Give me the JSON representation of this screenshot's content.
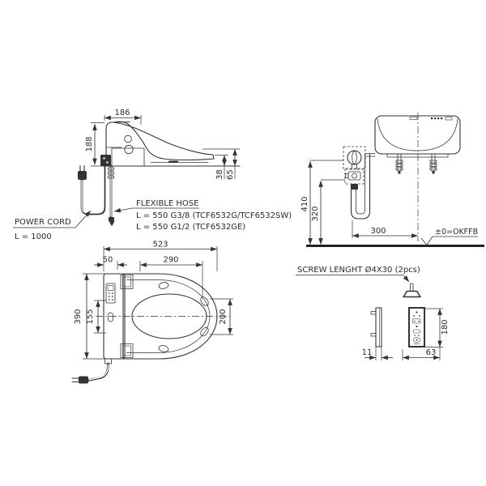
{
  "colors": {
    "line": "#333333",
    "background": "#ffffff",
    "text": "#2b2b2b"
  },
  "side_view": {
    "dim_depth": "186",
    "dim_height": "188",
    "dim_seat_rear": "38",
    "dim_rear_total": "65",
    "hose_title": "FLEXIBLE HOSE",
    "hose_spec1": "L = 550 G3/8 (TCF6532G/TCF6532SW)",
    "hose_spec2": "L = 550 G1/2 (TCF6532GE)",
    "cord_title": "POWER CORD",
    "cord_spec": "L = 1000"
  },
  "rear_view": {
    "dim_supply_height": "410",
    "dim_valve_height": "320",
    "dim_offset": "300",
    "floor_label": "±0=OKFFB"
  },
  "top_view": {
    "dim_total": "523",
    "dim_hinge": "50",
    "dim_lid": "290",
    "dim_depth": "390",
    "dim_panel": "155",
    "dim_holes": "200"
  },
  "remote_detail": {
    "screw_note": "SCREW LENGHT Ø4X30 (2pcs)",
    "dim_thickness": "11",
    "dim_width": "63",
    "dim_height": "180"
  }
}
